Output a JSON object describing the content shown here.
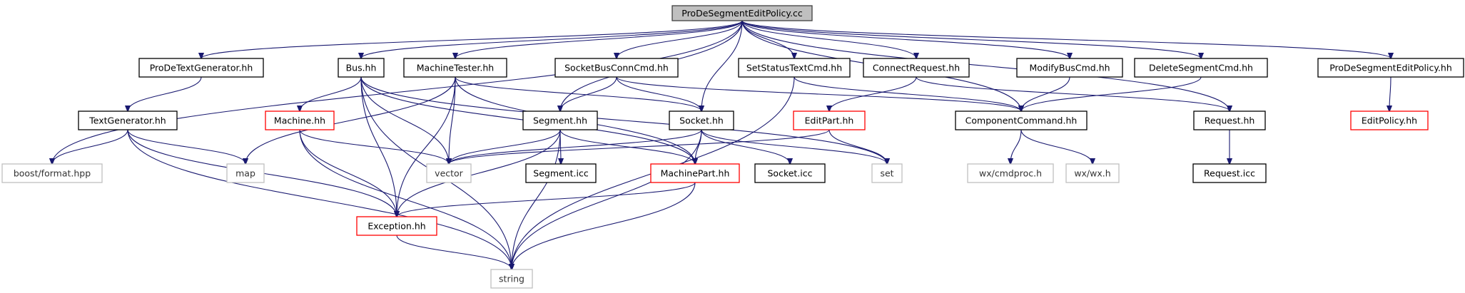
{
  "nodes": [
    {
      "id": "root",
      "label": "ProDeSegmentEditPolicy.cc",
      "kind": "root"
    },
    {
      "id": "prodetextgen",
      "label": "ProDeTextGenerator.hh",
      "kind": "normal"
    },
    {
      "id": "bus",
      "label": "Bus.hh",
      "kind": "normal"
    },
    {
      "id": "machinetester",
      "label": "MachineTester.hh",
      "kind": "normal"
    },
    {
      "id": "socketbus",
      "label": "SocketBusConnCmd.hh",
      "kind": "normal"
    },
    {
      "id": "setstatus",
      "label": "SetStatusTextCmd.hh",
      "kind": "normal"
    },
    {
      "id": "connectreq",
      "label": "ConnectRequest.hh",
      "kind": "normal"
    },
    {
      "id": "modifybus",
      "label": "ModifyBusCmd.hh",
      "kind": "normal"
    },
    {
      "id": "deleteseg",
      "label": "DeleteSegmentCmd.hh",
      "kind": "normal"
    },
    {
      "id": "prodeseghh",
      "label": "ProDeSegmentEditPolicy.hh",
      "kind": "normal"
    },
    {
      "id": "textgen",
      "label": "TextGenerator.hh",
      "kind": "normal"
    },
    {
      "id": "machine",
      "label": "Machine.hh",
      "kind": "truncated"
    },
    {
      "id": "segment",
      "label": "Segment.hh",
      "kind": "normal"
    },
    {
      "id": "socket",
      "label": "Socket.hh",
      "kind": "normal"
    },
    {
      "id": "editpart",
      "label": "EditPart.hh",
      "kind": "truncated"
    },
    {
      "id": "compcmd",
      "label": "ComponentCommand.hh",
      "kind": "normal"
    },
    {
      "id": "request",
      "label": "Request.hh",
      "kind": "normal"
    },
    {
      "id": "editpolicy",
      "label": "EditPolicy.hh",
      "kind": "truncated"
    },
    {
      "id": "boostfmt",
      "label": "boost/format.hpp",
      "kind": "external"
    },
    {
      "id": "map",
      "label": "map",
      "kind": "external"
    },
    {
      "id": "vector",
      "label": "vector",
      "kind": "external"
    },
    {
      "id": "segicc",
      "label": "Segment.icc",
      "kind": "normal"
    },
    {
      "id": "machinepart",
      "label": "MachinePart.hh",
      "kind": "truncated"
    },
    {
      "id": "socketicc",
      "label": "Socket.icc",
      "kind": "normal"
    },
    {
      "id": "set",
      "label": "set",
      "kind": "external"
    },
    {
      "id": "wxcmdproc",
      "label": "wx/cmdproc.h",
      "kind": "external"
    },
    {
      "id": "wxwx",
      "label": "wx/wx.h",
      "kind": "external"
    },
    {
      "id": "requesticc",
      "label": "Request.icc",
      "kind": "normal"
    },
    {
      "id": "exception",
      "label": "Exception.hh",
      "kind": "truncated"
    },
    {
      "id": "string",
      "label": "string",
      "kind": "external"
    }
  ],
  "edges": [
    [
      "root",
      "boostfmt"
    ],
    [
      "root",
      "prodetextgen"
    ],
    [
      "root",
      "bus"
    ],
    [
      "root",
      "machinetester"
    ],
    [
      "root",
      "segment"
    ],
    [
      "root",
      "socketbus"
    ],
    [
      "root",
      "socket"
    ],
    [
      "root",
      "setstatus"
    ],
    [
      "root",
      "connectreq"
    ],
    [
      "root",
      "compcmd"
    ],
    [
      "root",
      "modifybus"
    ],
    [
      "root",
      "deleteseg"
    ],
    [
      "root",
      "request"
    ],
    [
      "root",
      "prodeseghh"
    ],
    [
      "prodetextgen",
      "textgen"
    ],
    [
      "textgen",
      "boostfmt"
    ],
    [
      "textgen",
      "map"
    ],
    [
      "textgen",
      "exception"
    ],
    [
      "textgen",
      "string"
    ],
    [
      "bus",
      "machine"
    ],
    [
      "bus",
      "vector"
    ],
    [
      "bus",
      "exception"
    ],
    [
      "bus",
      "string"
    ],
    [
      "bus",
      "machinepart"
    ],
    [
      "bus",
      "set"
    ],
    [
      "machinetester",
      "map"
    ],
    [
      "machinetester",
      "vector"
    ],
    [
      "machinetester",
      "exception"
    ],
    [
      "machinetester",
      "socket"
    ],
    [
      "machinetester",
      "machinepart"
    ],
    [
      "machine",
      "vector"
    ],
    [
      "machine",
      "exception"
    ],
    [
      "machine",
      "string"
    ],
    [
      "socketbus",
      "segment"
    ],
    [
      "socketbus",
      "socket"
    ],
    [
      "socketbus",
      "compcmd"
    ],
    [
      "segment",
      "vector"
    ],
    [
      "segment",
      "exception"
    ],
    [
      "segment",
      "segicc"
    ],
    [
      "segment",
      "machinepart"
    ],
    [
      "segment",
      "string"
    ],
    [
      "socket",
      "vector"
    ],
    [
      "socket",
      "machinepart"
    ],
    [
      "socket",
      "socketicc"
    ],
    [
      "socket",
      "set"
    ],
    [
      "socket",
      "string"
    ],
    [
      "setstatus",
      "compcmd"
    ],
    [
      "setstatus",
      "string"
    ],
    [
      "connectreq",
      "editpart"
    ],
    [
      "connectreq",
      "request"
    ],
    [
      "editpart",
      "vector"
    ],
    [
      "editpart",
      "set"
    ],
    [
      "modifybus",
      "compcmd"
    ],
    [
      "deleteseg",
      "compcmd"
    ],
    [
      "prodeseghh",
      "editpolicy"
    ],
    [
      "compcmd",
      "wxcmdproc"
    ],
    [
      "compcmd",
      "wxwx"
    ],
    [
      "request",
      "requesticc"
    ],
    [
      "machinepart",
      "exception"
    ],
    [
      "machinepart",
      "string"
    ],
    [
      "exception",
      "string"
    ]
  ],
  "colors": {
    "edge": "#191970",
    "node_border": "#000000",
    "root_fill": "#bfbfbf",
    "root_border": "#404040",
    "truncated_border": "#ff0000",
    "external_border": "#bfbfbf",
    "node_fill": "#ffffff"
  }
}
